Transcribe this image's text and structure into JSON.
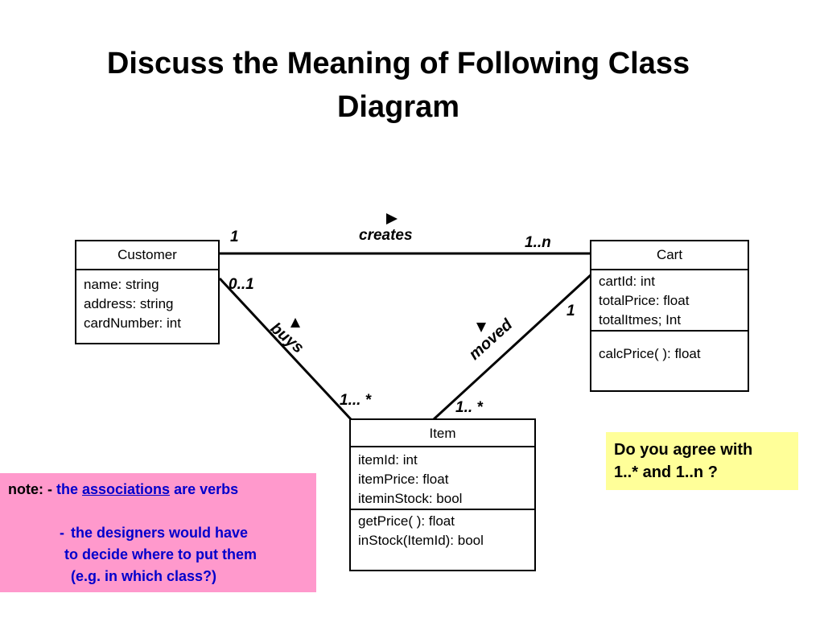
{
  "slide": {
    "title_line1": "Discuss the Meaning of Following Class",
    "title_line2": "Diagram"
  },
  "classes": {
    "customer": {
      "name": "Customer",
      "attributes": [
        "name: string",
        "address: string",
        "cardNumber: int"
      ]
    },
    "cart": {
      "name": "Cart",
      "attributes": [
        "cartId: int",
        "totalPrice: float",
        "totalItmes; Int"
      ],
      "operations": [
        "calcPrice( ): float"
      ]
    },
    "item": {
      "name": "Item",
      "attributes": [
        "itemId: int",
        "itemPrice: float",
        "iteminStock: bool"
      ],
      "operations": [
        "getPrice( ): float",
        "inStock(ItemId): bool"
      ]
    }
  },
  "associations": {
    "creates": {
      "label": "creates",
      "customer_mult": "1",
      "cart_mult": "1..n"
    },
    "buys": {
      "label": "buys",
      "customer_mult": "0..1",
      "item_mult": "1... *"
    },
    "moved": {
      "label": "moved",
      "cart_mult": "1",
      "item_mult": "1.. *"
    }
  },
  "note": {
    "prefix": "note: -",
    "line1_a": "the",
    "line1_link": "associations",
    "line1_b": "are verbs",
    "line2_dash": "-",
    "line2": "the designers would have",
    "line3": "to decide where to put them",
    "line4": "(e.g. in which class?)"
  },
  "question": {
    "line1": "Do you agree with",
    "line2": "1..* and 1..n ?"
  },
  "colors": {
    "note_bg": "#ff99cc",
    "question_bg": "#ffff99",
    "note_text_blue": "#0000cc"
  }
}
